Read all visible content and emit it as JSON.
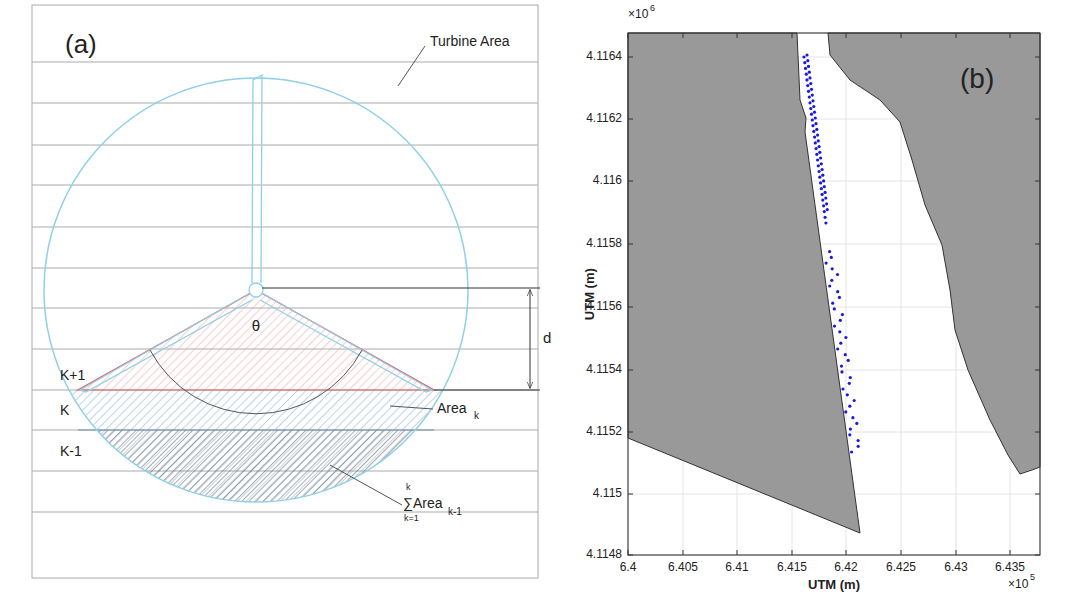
{
  "diagram": {
    "labels": [
      "(a)",
      "Turbine Area",
      "θ",
      "d",
      "K+1",
      "K",
      "Area",
      "k",
      "K-1",
      "k",
      "∑Area",
      "k-1",
      "k=1",
      "×10",
      "6",
      "(b)",
      "4.1164",
      "4.1162",
      "4.116",
      "4.1158",
      "4.1156",
      "4.1154",
      "4.1152",
      "4.115",
      "4.1148",
      "UTM (m)",
      "6.4",
      "6.405",
      "6.41",
      "6.415",
      "6.42",
      "6.425",
      "6.43",
      "6.435",
      "UTM (m)",
      "×10",
      "5"
    ]
  }
}
